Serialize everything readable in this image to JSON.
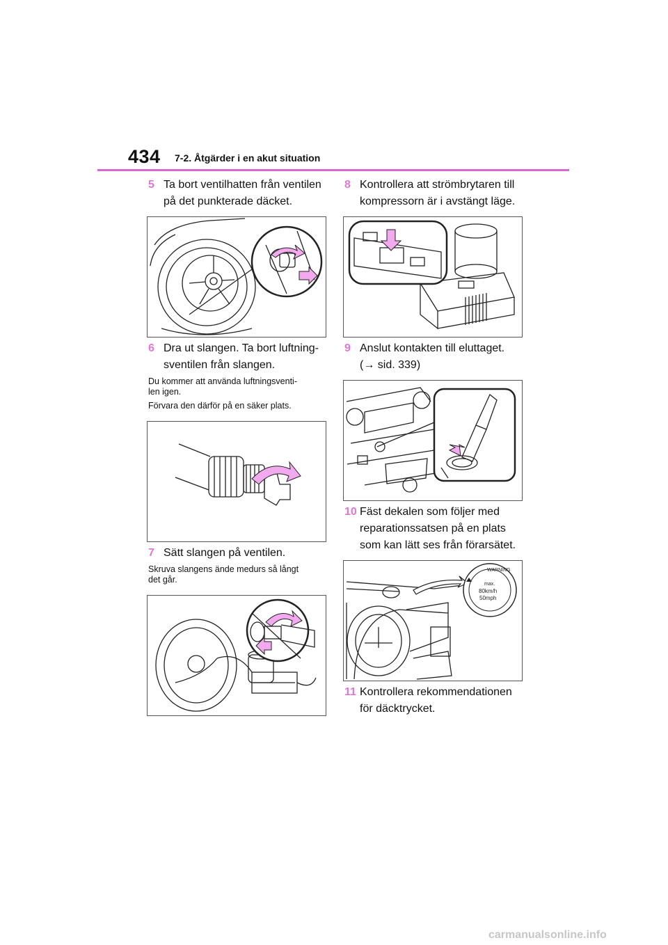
{
  "header": {
    "page_number": "434",
    "section_title": "7-2. Åtgärder i en akut situation"
  },
  "steps": [
    {
      "num": "5",
      "lines": [
        "Ta bort ventilhatten från ventilen",
        "på det punkterade däcket."
      ]
    },
    {
      "num": "6",
      "lines": [
        "Dra ut slangen. Ta bort luftning-",
        "sventilen från slangen."
      ],
      "notes": [
        "Du kommer att använda luftningsventi-",
        "len igen.",
        "Förvara den därför på en säker plats."
      ]
    },
    {
      "num": "7",
      "lines": [
        "Sätt slangen på ventilen."
      ],
      "notes": [
        "Skruva slangens ände medurs så långt",
        "det går."
      ]
    },
    {
      "num": "8",
      "lines": [
        "Kontrollera att strömbrytaren till",
        "kompressorn är i avstängt läge."
      ]
    },
    {
      "num": "9",
      "lines": [
        "Anslut kontakten till eluttaget.",
        "(→ sid. 339)"
      ]
    },
    {
      "num": "10",
      "lines": [
        "Fäst dekalen som följer med",
        "reparationssatsen på en plats",
        "som kan lätt ses från förarsätet."
      ]
    },
    {
      "num": "11",
      "lines": [
        "Kontrollera rekommendationen",
        "för däcktrycket."
      ]
    }
  ],
  "sticker": {
    "warning": "WARNING",
    "max": "max.",
    "speed1": "80km/h",
    "speed2": "50mph"
  },
  "colors": {
    "accent": "#d36ad0",
    "step_number": "#e077d6",
    "arrow_fill": "#f2a9ee"
  },
  "footer": {
    "watermark": "carmanualsonline.info"
  }
}
